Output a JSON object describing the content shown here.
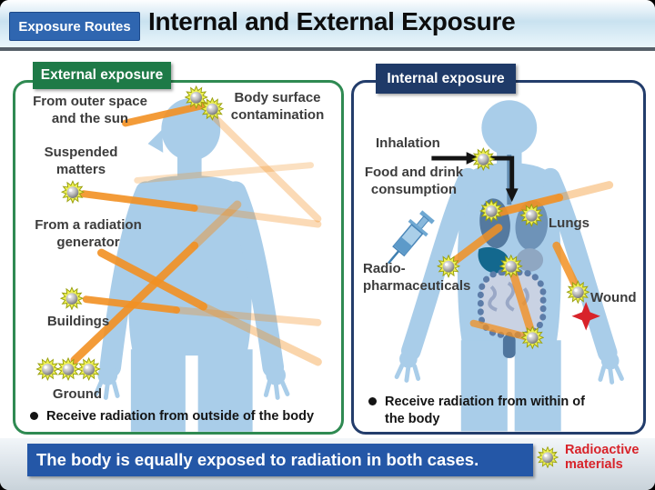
{
  "header": {
    "badge_label": "Exposure Routes",
    "title": "Internal and External Exposure"
  },
  "left_panel": {
    "title": "External exposure",
    "labels": {
      "outer_space_line1": "From outer space",
      "outer_space_line2": "and the sun",
      "body_surface_line1": "Body surface",
      "body_surface_line2": "contamination",
      "suspended_line1": "Suspended",
      "suspended_line2": "matters",
      "generator_line1": "From a radiation",
      "generator_line2": "generator",
      "buildings": "Buildings",
      "ground": "Ground"
    },
    "bullet": "Receive radiation from outside of the body"
  },
  "right_panel": {
    "title": "Internal exposure",
    "labels": {
      "inhalation": "Inhalation",
      "food_line1": "Food and drink",
      "food_line2": "consumption",
      "lungs": "Lungs",
      "radio_line1": "Radio-",
      "radio_line2": "pharmaceuticals",
      "wound": "Wound"
    },
    "bullet_line1": "Receive radiation from within of",
    "bullet_line2": "the body"
  },
  "footer": {
    "message": "The body is equally exposed to radiation in both cases.",
    "legend_line1": "Radioactive",
    "legend_line2": "materials"
  },
  "icons": {
    "radioactive_star": "yellow starburst with metal sphere",
    "syringe": "syringe",
    "wound_mark": "red four-point star"
  },
  "colors": {
    "external_green": "#1e7a47",
    "internal_navy": "#1f3a68",
    "badge_blue": "#2f66b0",
    "footer_bar_blue": "#2457a7",
    "beam_orange": "#f29022",
    "body_blue": "#a9cde9",
    "legend_red": "#d8232a",
    "star_yellow": "#eef154"
  }
}
